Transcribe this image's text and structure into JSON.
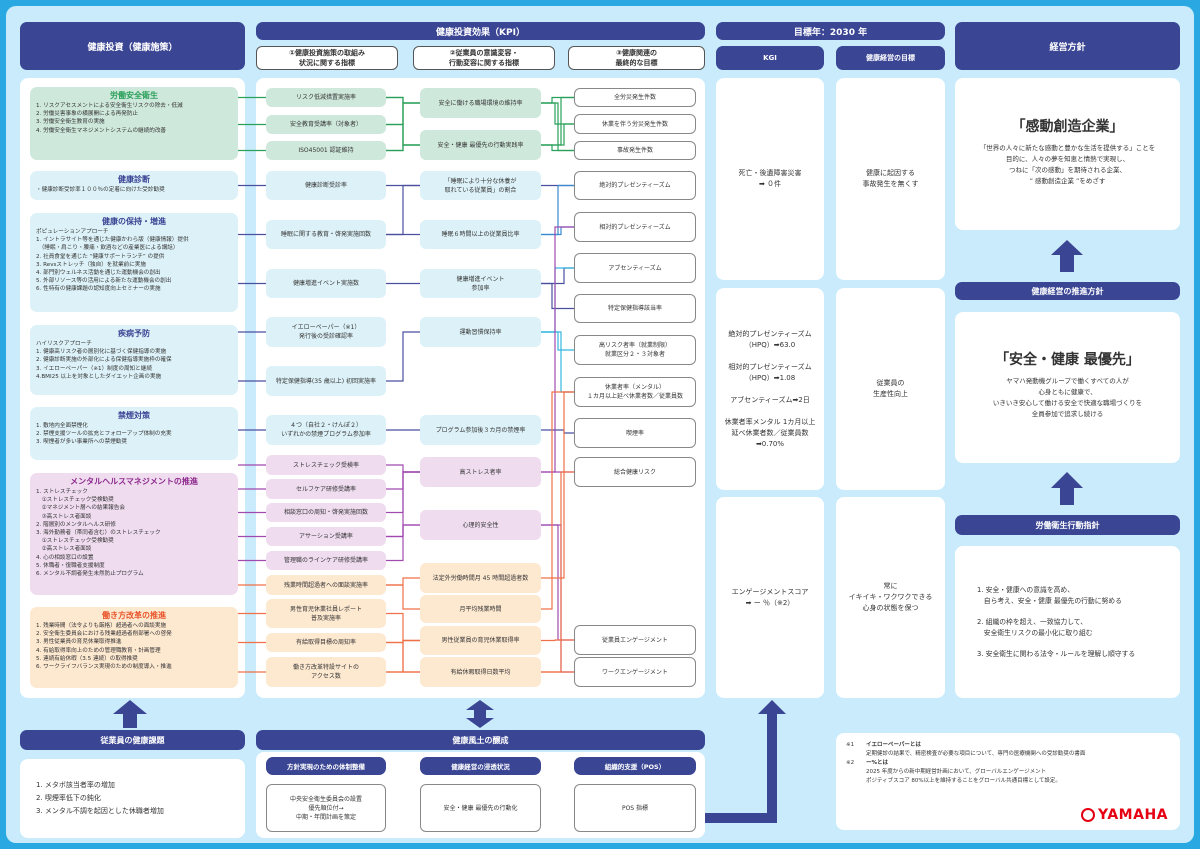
{
  "headers": {
    "left": "健康投資（健康施策）",
    "kpi": "健康投資効果（KPI）",
    "target_year": "目標年：2030 年",
    "kgi": "KGI",
    "goal": "健康経営の目標",
    "policy": "経営方針"
  },
  "kpi_subheaders": [
    "①健康投資施策の取組み\n状況に関する指標",
    "②従業員の意識変容・\n行動変容に関する指標",
    "③健康関連の\n最終的な目標"
  ],
  "left_sections": [
    {
      "title": "労働安全衛生",
      "theme": "green",
      "title_color": "#2aa05a",
      "subtitle": "",
      "items": [
        "1. リスクアセスメントによる安全衛生リスクの除去・低減",
        "2. 労働災害事象の横展開による再発防止",
        "3. 労働安全衛生教育の実施",
        "4. 労働安全衛生マネジメントシステムの継続的改善"
      ]
    },
    {
      "title": "健康診断",
      "theme": "blue",
      "title_color": "#3a4594",
      "subtitle": "",
      "items": [
        "・健康診断受診率１００％の定着に向けた受診勧奨"
      ]
    },
    {
      "title": "健康の保持・増進",
      "theme": "blue",
      "title_color": "#3a4594",
      "subtitle": "ポピュレーションアプローチ",
      "items": [
        "1. イントラサイト等を通じた健康かわら版（健康情報）提供",
        "　（睡眠・肩こり・腰痛・飲酒などの産業医による講話）",
        "2. 社員食堂を通じた “健康サポートランチ” の提供",
        "3. Revsストレッチ（独自）を就業前に実施",
        "4. 部門別ウェルネス活動を通じた運動機会の創出",
        "5. 外部リソース等の活用による新たな運動機会の創出",
        "6. 性特有の健康課題の認知度向上セミナーの実施"
      ]
    },
    {
      "title": "疾病予防",
      "theme": "blue",
      "title_color": "#3a4594",
      "subtitle": "ハイリスクアプローチ",
      "items": [
        "1. 健康高リスク者の層別化に基づく保健指導の実施",
        "2. 健康診断実施の外部化による保健指導実施枠の確保",
        "3. イエローペーパー（※1）制度の周知と継続",
        "4.BMI25 以上を対象としたダイエット企画の実施"
      ]
    },
    {
      "title": "禁煙対策",
      "theme": "blue",
      "title_color": "#3a4594",
      "subtitle": "",
      "items": [
        "1. 敷地内全面禁煙化",
        "2. 禁煙支援ツールの拡充とフォローアップ体制の充実",
        "3. 喫煙者が多い事業所への禁煙勧奨"
      ]
    },
    {
      "title": "メンタルヘルスマネジメントの推進",
      "theme": "pink",
      "title_color": "#8e2a8e",
      "subtitle": "",
      "items": [
        "1. ストレスチェック",
        "　①ストレスチェック受検勧奨",
        "　②マネジメント層への結果報告会",
        "　③高ストレス者面談",
        "2. 階層別のメンタルヘルス研修",
        "3. 海外勤務者（帯同者含む）のストレスチェック",
        "　①ストレスチェック受検勧奨",
        "　②高ストレス者面談",
        "4. 心の相談窓口の設置",
        "5. 休職者・復職者支援制度",
        "6. メンタル不調者発生未然防止プログラム"
      ]
    },
    {
      "title": "働き方改革の推進",
      "theme": "orange",
      "title_color": "#e8552a",
      "subtitle": "",
      "items": [
        "1. 残業時間（法令よりも厳格）超過者への面談実施",
        "2. 安全衛生委員会における残業超過者削部署への啓発",
        "3. 男性従業員の育児休業取得推進",
        "4. 有給取得率向上のための管理職教育・計画管理",
        "5. 連続有給休暇（3.5 連続）の取得推奨",
        "6. ワークライフバランス実現のための制度導入・推進"
      ]
    }
  ],
  "kpi_col1": [
    {
      "label": "リスク低減措置実施率",
      "theme": "green"
    },
    {
      "label": "安全教育受講率（対象者）",
      "theme": "green"
    },
    {
      "label": "ISO45001 認証維持",
      "theme": "green"
    },
    {
      "label": "健康診断受診率",
      "theme": "blue"
    },
    {
      "label": "睡眠に関する教育・啓発実施回数",
      "theme": "blue"
    },
    {
      "label": "健康増進イベント実施数",
      "theme": "blue"
    },
    {
      "label": "イエローペーパー（※1）\n発行後の受診確認率",
      "theme": "blue"
    },
    {
      "label": "特定保健指導(35 歳以上) 初回実施率",
      "theme": "blue"
    },
    {
      "label": "４つ（自社２・けんぽ２）\nいずれかの禁煙プログラム参加率",
      "theme": "blue"
    },
    {
      "label": "ストレスチェック受検率",
      "theme": "pink"
    },
    {
      "label": "セルフケア研修受講率",
      "theme": "pink"
    },
    {
      "label": "相談窓口の周知・啓発実施回数",
      "theme": "pink"
    },
    {
      "label": "アサーション受講率",
      "theme": "pink"
    },
    {
      "label": "管理職のラインケア研修受講率",
      "theme": "pink"
    },
    {
      "label": "残業時間超過者への面談実施率",
      "theme": "orange"
    },
    {
      "label": "男性育児休業社員レポート\n普及実施率",
      "theme": "orange"
    },
    {
      "label": "有給取得目標の周知率",
      "theme": "orange"
    },
    {
      "label": "働き方改革特設サイトの\nアクセス数",
      "theme": "orange"
    }
  ],
  "kpi_col2": [
    {
      "label": "安全に働ける職場環境の維持率",
      "theme": "green"
    },
    {
      "label": "安全・健康 最優先の行動実践率",
      "theme": "green"
    },
    {
      "label": "「睡眠により十分な休養が\n取れている従業員」の割合",
      "theme": "blue"
    },
    {
      "label": "睡眠６時間以上の従業員比率",
      "theme": "blue"
    },
    {
      "label": "健康増進イベント\n参加率",
      "theme": "blue"
    },
    {
      "label": "運動習慣保持率",
      "theme": "blue"
    },
    {
      "label": "プログラム参加後３カ月の禁煙率",
      "theme": "blue"
    },
    {
      "label": "高ストレス者率",
      "theme": "pink"
    },
    {
      "label": "心理的安全性",
      "theme": "pink"
    },
    {
      "label": "法定外労働時間月 45 時間超過者数",
      "theme": "orange"
    },
    {
      "label": "月平均残業時間",
      "theme": "orange"
    },
    {
      "label": "男性従業員の育児休業取得率",
      "theme": "orange"
    },
    {
      "label": "有給休暇取得日数平均",
      "theme": "orange"
    }
  ],
  "kpi_col3": [
    "全労災発生件数",
    "休業を伴う労災発生件数",
    "事故発生件数",
    "絶対的プレゼンティーズム",
    "相対的プレゼンティーズム",
    "アブセンティーズム",
    "特定保健指導該当率",
    "高リスク者率（就業制限）\n就業区分２・３対象者",
    "休業者率（メンタル）\n１カ月以上延べ休業者数／従業員数",
    "喫煙率",
    "総合健康リスク",
    "従業員エンゲージメント",
    "ワークエンゲージメント"
  ],
  "kgi": [
    "死亡・後遺障害災害\n➡ ０件",
    "絶対的プレゼンティーズム\n（HPQ）➡63.0\n\n相対的プレゼンティーズム\n（HPQ）➡1.08\n\nアブセンティーズム➡2日\n\n休業者率メンタル 1カ月以上\n延べ休業者数／従業員数\n➡0.70%",
    "エンゲージメントスコア\n➡ ー ％（※2）"
  ],
  "goals": [
    "健康に起因する\n事故発生を無くす",
    "従業員の\n生産性向上",
    "常に\nイキイキ・ワクワクできる\n心身の状態を保つ"
  ],
  "policy": {
    "title": "「感動創造企業」",
    "text": "「世界の人々に新たな感動と豊かな生活を提供する」ことを\n目的に、人々の夢を知恵と情熱で実現し、\nつねに「次の感動」を期待される企業、\n” 感動創造企業 ”をめざす"
  },
  "promotion": {
    "header": "健康経営の推進方針",
    "title": "「安全・健康 最優先」",
    "text": "ヤマハ発動機グループで働くすべての人が\n心身ともに健康で、\nいきいき安心して働ける安全で快適な職場づくりを\n全員参加で追求し続ける"
  },
  "action": {
    "header": "労働衛生行動指針",
    "items": [
      "1. 安全・健康への意識を高め、\n　自ら考え、安全・健康 最優先の行動に努める",
      "2. 組織の枠を超え、一致協力して、\n　安全衛生リスクの最小化に取り組む",
      "3. 安全衛生に関わる法令・ルールを理解し順守する"
    ]
  },
  "issues": {
    "header": "従業員の健康課題",
    "items": [
      "1. メタボ該当者率の増加",
      "2. 喫煙率低下の鈍化",
      "3. メンタル不調を起因とした休職者増加"
    ]
  },
  "culture": {
    "header": "健康風土の醸成",
    "cols": [
      {
        "title": "方針実現のための体制整備",
        "text": "中央安全衛生委員会の設置\n優先順位付→\n中期・年間計画を策定"
      },
      {
        "title": "健康経営の浸透状況",
        "text": "安全・健康 最優先の行動化"
      },
      {
        "title": "組織的支援（POS）",
        "text": "POS 指標"
      }
    ]
  },
  "notes": [
    {
      "mark": "※1",
      "title": "イエローペーパーとは",
      "text": "定期健診の結果で、精密検査が必要な項目について、専門の医療機関への受診勧奨の書面"
    },
    {
      "mark": "※2",
      "title": "ー%とは",
      "text": "2025 年度からの新中期経営計画において、グローバルエンゲージメント\nポジティブスコア 80%以上を維持することをグローバル共通目標として設定。"
    }
  ],
  "logo": "YAMAHA",
  "colors": {
    "navy": "#3a4594",
    "green": "#2aa05a",
    "purple": "#8e2a8e",
    "orange": "#e8552a",
    "bg": "#c9ebfb"
  }
}
